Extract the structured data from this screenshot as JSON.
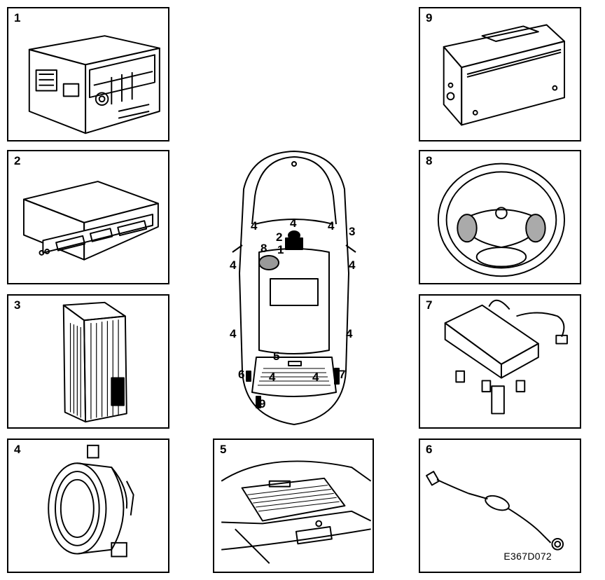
{
  "figure_id": "E367D072",
  "panels": [
    {
      "key": "p1",
      "number": "1",
      "component": "radio-head-unit"
    },
    {
      "key": "p2",
      "number": "2",
      "component": "display-unit"
    },
    {
      "key": "p3",
      "number": "3",
      "component": "amplifier"
    },
    {
      "key": "p4",
      "number": "4",
      "component": "loudspeaker"
    },
    {
      "key": "p5",
      "number": "5",
      "component": "rear-window-antenna"
    },
    {
      "key": "p6",
      "number": "6",
      "component": "antenna-cable-filter"
    },
    {
      "key": "p7",
      "number": "7",
      "component": "antenna-amplifier"
    },
    {
      "key": "p8",
      "number": "8",
      "component": "steering-wheel-controls"
    },
    {
      "key": "p9",
      "number": "9",
      "component": "cd-changer"
    }
  ],
  "car_callouts": {
    "c1": "1",
    "c2": "2",
    "c3": "3",
    "c5": "5",
    "c6": "6",
    "c7": "7",
    "c8": "8",
    "c9": "9",
    "speaker": "4"
  }
}
